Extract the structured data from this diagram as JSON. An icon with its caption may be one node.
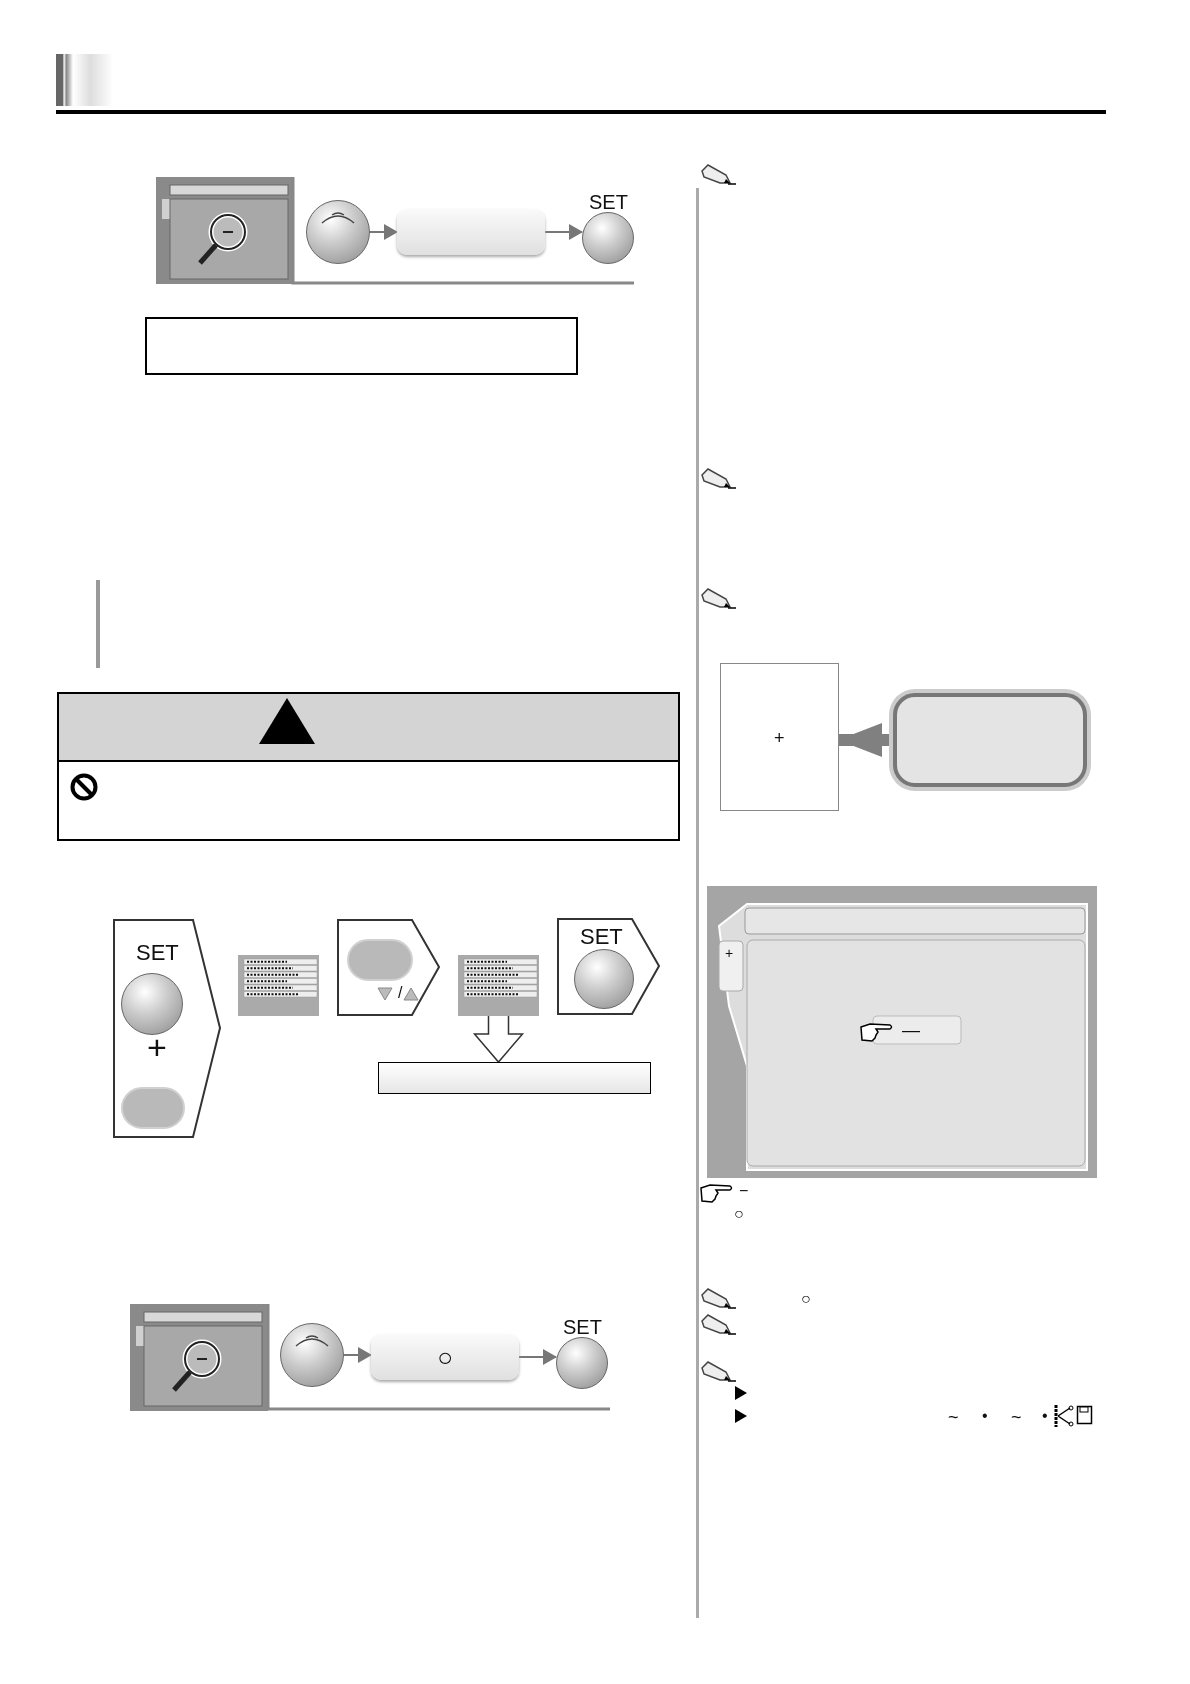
{
  "diagram": {
    "nodes": [
      {
        "text": [],
        "shape": "circle"
      },
      {
        "text": [],
        "shape": "box"
      },
      {
        "text": [
          "SET"
        ]
      },
      {
        "text": [
          "SET",
          "+"
        ]
      },
      {
        "text": [],
        "shape": "box"
      },
      {
        "text": [
          "/"
        ]
      },
      {
        "text": [],
        "shape": "box"
      },
      {
        "text": [
          "SET"
        ]
      },
      {
        "text": [],
        "shape": "bar"
      },
      {
        "text": [],
        "shape": "circle"
      },
      {
        "text": [
          "○"
        ]
      },
      {
        "text": [
          "SET"
        ]
      },
      {
        "text": [
          "+"
        ]
      },
      {
        "text": [],
        "shape": "box"
      },
      {
        "text": [],
        "shape": "box"
      }
    ],
    "edges": [
      {
        "from": 0,
        "to": 1,
        "arrow": "to"
      },
      {
        "from": 1,
        "to": 2,
        "arrow": "to"
      },
      {
        "from": 6,
        "to": 8,
        "arrow": "to"
      },
      {
        "from": 9,
        "to": 10,
        "arrow": "to"
      },
      {
        "from": 10,
        "to": 11,
        "arrow": "to"
      },
      {
        "from": 13,
        "to": 12,
        "arrow": "to",
        "style": "thick"
      }
    ],
    "labels": [
      "+",
      "—",
      "−",
      "○",
      "○",
      "~",
      "•",
      "~",
      "•"
    ]
  }
}
